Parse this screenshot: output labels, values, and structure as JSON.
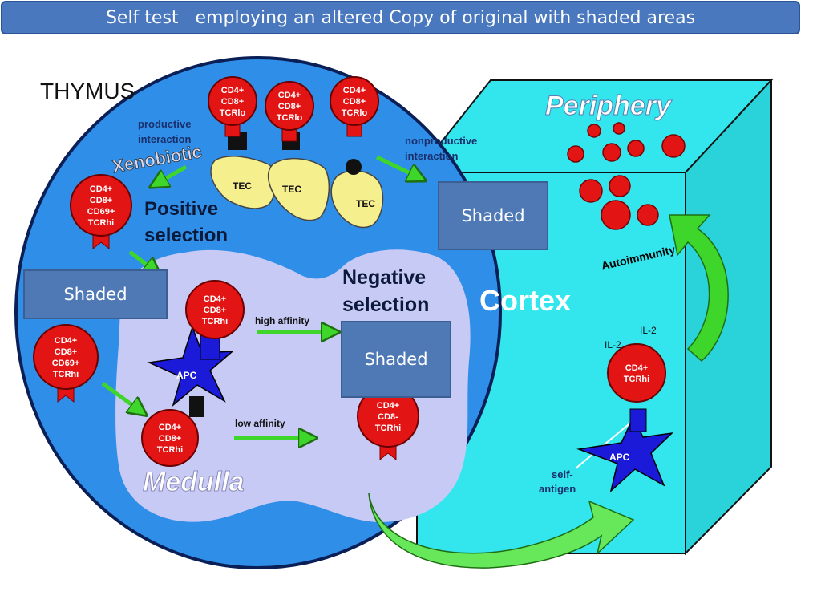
{
  "title": "Self test   employing an altered Copy of original with shaded areas",
  "labels": {
    "thymus": "THYMUS",
    "periphery": "Periphery",
    "cortex": "Cortex",
    "medulla": "Medulla",
    "positive_1": "Positive",
    "positive_2": "selection",
    "negative_1": "Negative",
    "negative_2": "selection",
    "productive_1": "productive",
    "productive_2": "interaction",
    "nonproductive_1": "nonproductive",
    "nonproductive_2": "interaction",
    "xenobiotic": "Xenobiotic",
    "high_affinity": "high affinity",
    "low_affinity": "low affinity",
    "autoimmunity": "Autoimmunity",
    "il2_a": "IL-2",
    "il2_b": "IL-2",
    "self_antigen_1": "self-",
    "self_antigen_2": "antigen",
    "tec": "TEC",
    "apc": "APC"
  },
  "cells": {
    "top1": [
      "CD4+",
      "CD8+",
      "TCRlo"
    ],
    "top2": [
      "CD4+",
      "CD8+",
      "TCRlo"
    ],
    "top3": [
      "CD4+",
      "CD8+",
      "TCRlo"
    ],
    "left1": [
      "CD4+",
      "CD8+",
      "CD69+",
      "TCRhi"
    ],
    "left2": [
      "CD4+",
      "CD8+",
      "CD69+",
      "TCRhi"
    ],
    "mid": [
      "CD4+",
      "CD8+",
      "TCRhi"
    ],
    "low": [
      "CD4+",
      "CD8+",
      "TCRhi"
    ],
    "neg": [
      "CD4+",
      "CD8-",
      "TCRhi"
    ],
    "periph": [
      "CD4+",
      "TCRhi"
    ]
  },
  "shaded": [
    "Shaded",
    "Shaded",
    "Shaded"
  ],
  "colors": {
    "title_bg": "#4a78bf",
    "thymus_circle": "#2f8ee8",
    "medulla": "#c8caf6",
    "periphery_box": "#33e6ee",
    "cell": "#e21414",
    "tec": "#f6ef8e",
    "apc": "#1a1ad8",
    "arrow": "#3ed62a",
    "shade_box": "#4f79b5"
  }
}
